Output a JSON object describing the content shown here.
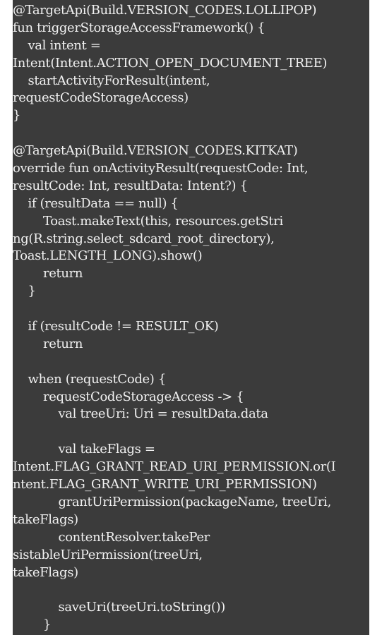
{
  "code": {
    "lines": [
      "@TargetApi(Build.VERSION_CODES.LOLLIPOP)",
      "fun triggerStorageAccessFramework() {",
      "    val intent =",
      "Intent(Intent.ACTION_OPEN_DOCUMENT_TREE)",
      "    startActivityForResult(intent,",
      "requestCodeStorageAccess)",
      "}",
      "",
      "@TargetApi(Build.VERSION_CODES.KITKAT)",
      "override fun onActivityResult(requestCode: Int,",
      "resultCode: Int, resultData: Intent?) {",
      "    if (resultData == null) {",
      "        Toast.makeText(this, resources.getStri",
      "ng(R.string.select_sdcard_root_directory),",
      "Toast.LENGTH_LONG).show()",
      "        return",
      "    }",
      "",
      "    if (resultCode != RESULT_OK)",
      "        return",
      "",
      "    when (requestCode) {",
      "        requestCodeStorageAccess -> {",
      "            val treeUri: Uri = resultData.data",
      "",
      "            val takeFlags =",
      "Intent.FLAG_GRANT_READ_URI_PERMISSION.or(I",
      "ntent.FLAG_GRANT_WRITE_URI_PERMISSION)",
      "            grantUriPermission(packageName, treeUri,",
      "takeFlags)",
      "            contentResolver.takePer",
      "sistableUriPermission(treeUri,",
      "takeFlags)",
      "",
      "            saveUri(treeUri.toString())",
      "        }"
    ]
  }
}
